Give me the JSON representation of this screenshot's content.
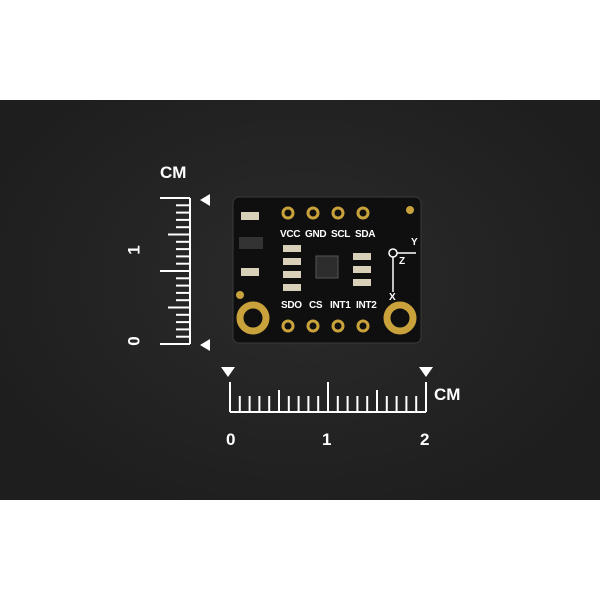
{
  "vertical_ruler": {
    "unit": "CM",
    "labels": [
      "1",
      "0"
    ]
  },
  "horizontal_ruler": {
    "unit": "CM",
    "labels": [
      "0",
      "1",
      "2"
    ]
  },
  "board": {
    "top_pins": [
      "VCC",
      "GND",
      "SCL",
      "SDA"
    ],
    "bottom_pins": [
      "SDO",
      "CS",
      "INT1",
      "INT2"
    ],
    "axes": [
      "Y",
      "Z",
      "X"
    ]
  },
  "colors": {
    "background": "#232323",
    "pcb": "#111111",
    "gold": "#c9a23c",
    "silk": "#ffffff"
  }
}
